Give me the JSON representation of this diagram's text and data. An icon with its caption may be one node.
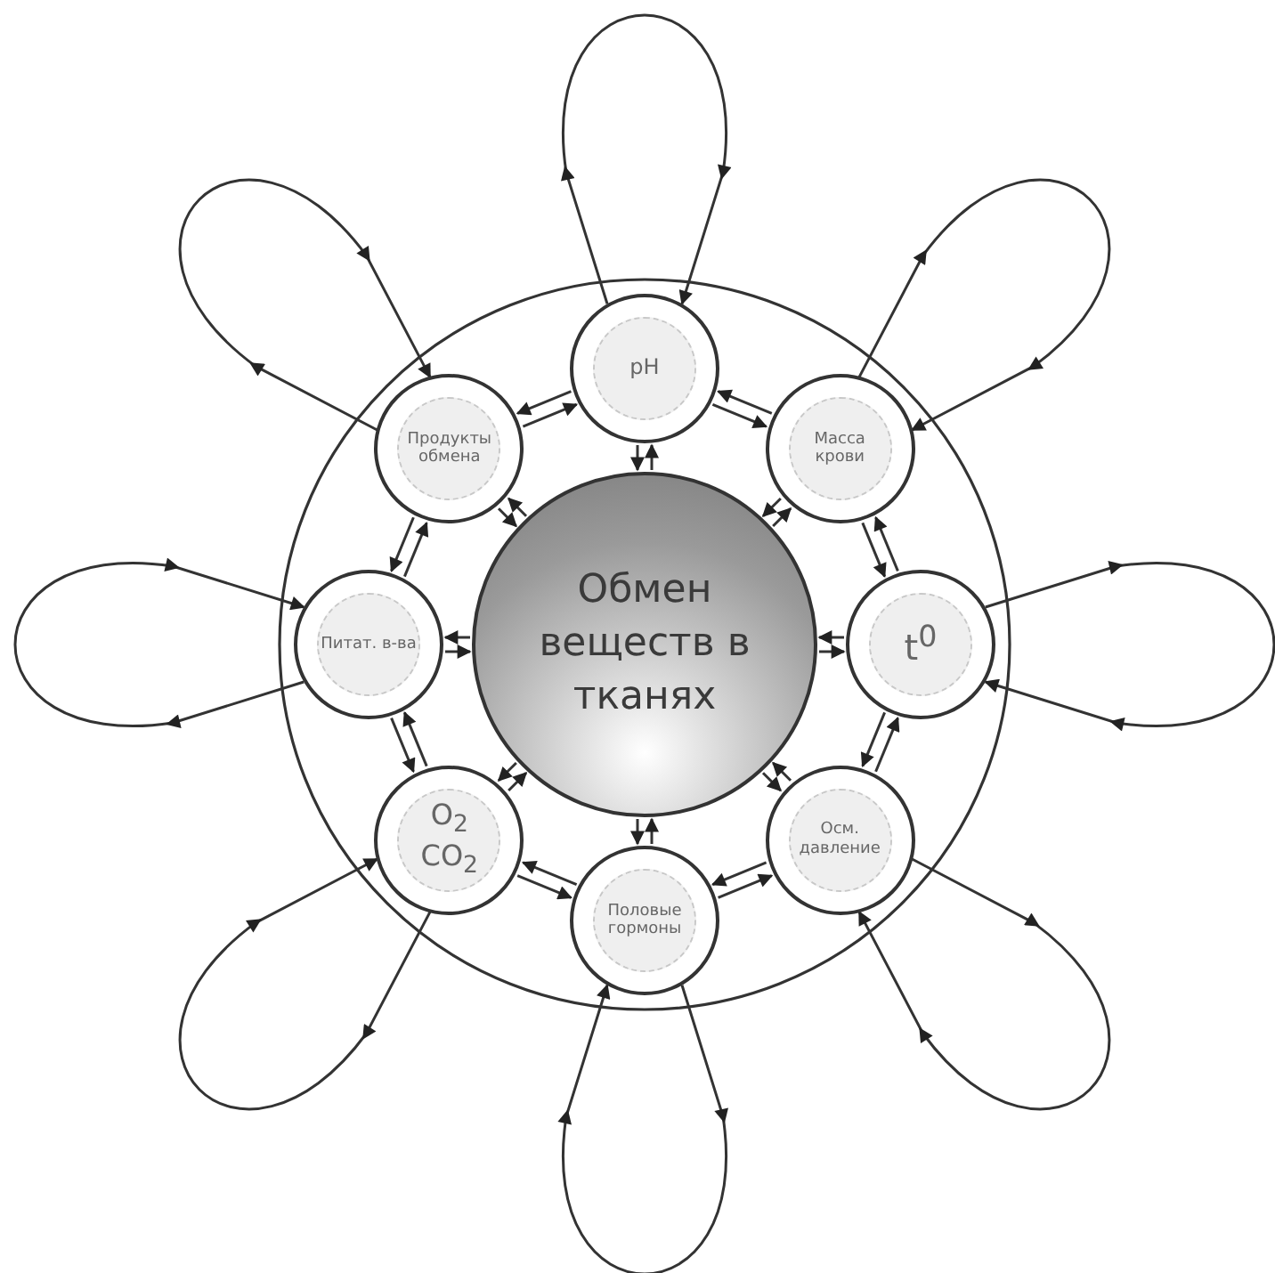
{
  "diagram": {
    "nodes": [
      {
        "text": [
          "Обмен веществ в тканях"
        ]
      },
      {
        "text": [
          "pH"
        ]
      },
      {
        "text": [
          "Масса крови"
        ]
      },
      {
        "text": [
          "t$^{0}$"
        ]
      },
      {
        "text": [
          "Осм. давление"
        ]
      },
      {
        "text": [
          "Половые гормоны"
        ]
      },
      {
        "text": [
          "O$_{2}$ CO$_{2}$"
        ]
      },
      {
        "text": [
          "Питат. в-ва"
        ]
      },
      {
        "text": [
          "Продукты обмена"
        ]
      }
    ],
    "edges": [
      {
        "from": 1,
        "to": 1,
        "arrow": "to"
      },
      {
        "from": 2,
        "to": 2,
        "arrow": "to"
      },
      {
        "from": 3,
        "to": 3,
        "arrow": "to"
      },
      {
        "from": 4,
        "to": 4,
        "arrow": "to"
      },
      {
        "from": 5,
        "to": 5,
        "arrow": "to"
      },
      {
        "from": 6,
        "to": 6,
        "arrow": "to"
      },
      {
        "from": 7,
        "to": 7,
        "arrow": "to"
      },
      {
        "from": 8,
        "to": 8,
        "arrow": "to"
      },
      {
        "from": 0,
        "to": 1,
        "arrow": "to"
      },
      {
        "from": 1,
        "to": 0,
        "arrow": "to"
      },
      {
        "from": 0,
        "to": 2,
        "arrow": "to"
      },
      {
        "from": 2,
        "to": 0,
        "arrow": "to"
      },
      {
        "from": 0,
        "to": 3,
        "arrow": "to"
      },
      {
        "from": 3,
        "to": 0,
        "arrow": "to"
      },
      {
        "from": 0,
        "to": 4,
        "arrow": "to"
      },
      {
        "from": 4,
        "to": 0,
        "arrow": "to"
      },
      {
        "from": 0,
        "to": 5,
        "arrow": "to"
      },
      {
        "from": 5,
        "to": 0,
        "arrow": "to"
      },
      {
        "from": 0,
        "to": 6,
        "arrow": "to"
      },
      {
        "from": 6,
        "to": 0,
        "arrow": "to"
      },
      {
        "from": 0,
        "to": 7,
        "arrow": "to"
      },
      {
        "from": 7,
        "to": 0,
        "arrow": "to"
      },
      {
        "from": 0,
        "to": 8,
        "arrow": "to"
      },
      {
        "from": 8,
        "to": 0,
        "arrow": "to"
      },
      {
        "from": 1,
        "to": 2,
        "arrow": "to"
      },
      {
        "from": 2,
        "to": 1,
        "arrow": "to"
      },
      {
        "from": 2,
        "to": 3,
        "arrow": "to"
      },
      {
        "from": 3,
        "to": 2,
        "arrow": "to"
      },
      {
        "from": 3,
        "to": 4,
        "arrow": "to"
      },
      {
        "from": 4,
        "to": 3,
        "arrow": "to"
      },
      {
        "from": 4,
        "to": 5,
        "arrow": "to"
      },
      {
        "from": 5,
        "to": 4,
        "arrow": "to"
      },
      {
        "from": 5,
        "to": 6,
        "arrow": "to"
      },
      {
        "from": 6,
        "to": 5,
        "arrow": "to"
      },
      {
        "from": 6,
        "to": 7,
        "arrow": "to"
      },
      {
        "from": 7,
        "to": 6,
        "arrow": "to"
      },
      {
        "from": 7,
        "to": 8,
        "arrow": "to"
      },
      {
        "from": 8,
        "to": 7,
        "arrow": "to"
      },
      {
        "from": 8,
        "to": 1,
        "arrow": "to"
      },
      {
        "from": 1,
        "to": 8,
        "arrow": "to"
      }
    ]
  }
}
